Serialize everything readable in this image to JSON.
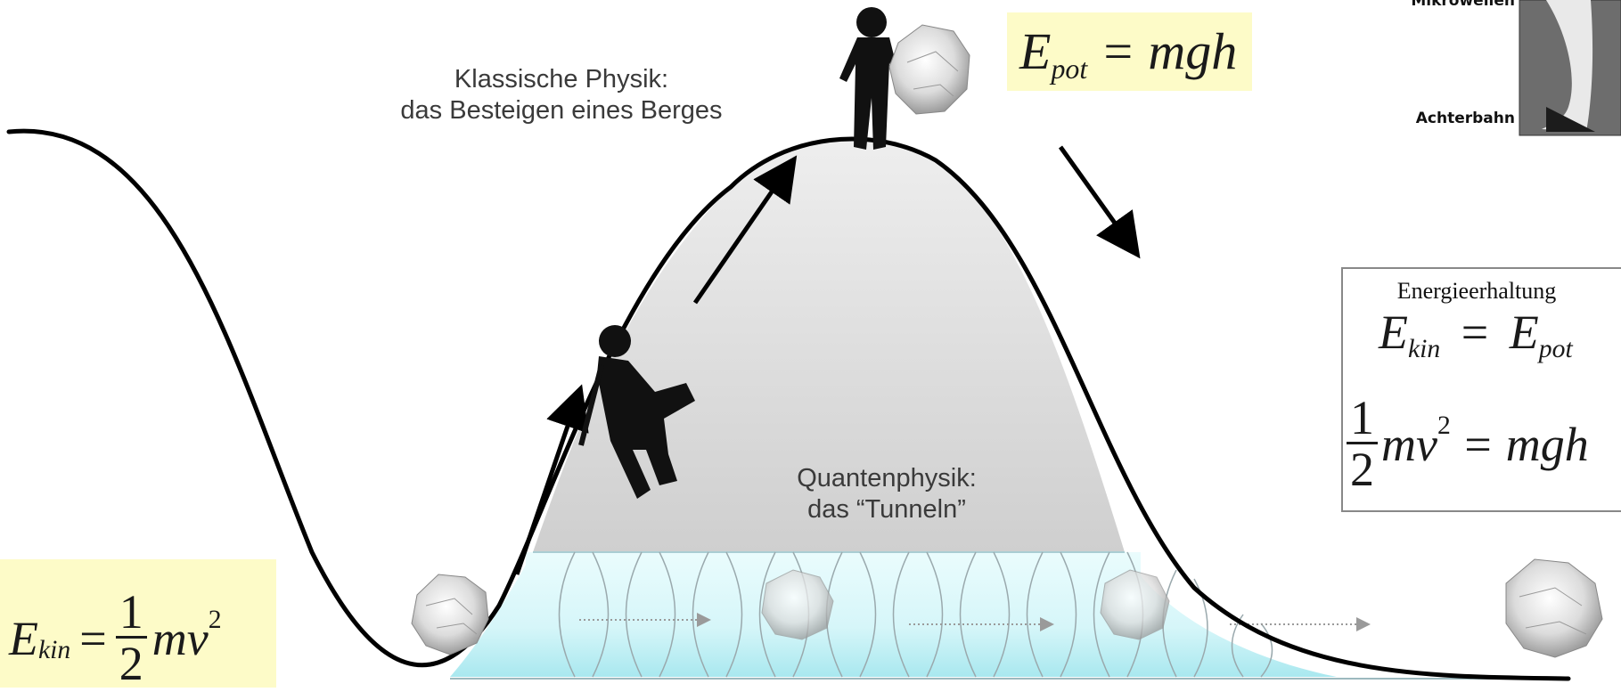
{
  "classic_label": {
    "line1": "Klassische Physik:",
    "line2": "das Besteigen eines Berges"
  },
  "quantum_label": {
    "line1": "Quantenphysik:",
    "line2": "das “Tunneln”"
  },
  "formula_pot": {
    "lhs": "E",
    "lhs_sub": "pot",
    "rhs": "= mgh"
  },
  "formula_kin": {
    "lhs": "E",
    "lhs_sub": "kin",
    "eq": "=",
    "frac_num": "1",
    "frac_den": "2",
    "rhs": "mv",
    "rhs_sup": "2"
  },
  "conservation_box": {
    "title": "Energieerhaltung",
    "eq1_lhs": "E",
    "eq1_lhs_sub": "kin",
    "eq1_eq": "=",
    "eq1_rhs": "E",
    "eq1_rhs_sub": "pot",
    "eq2_frac_num": "1",
    "eq2_frac_den": "2",
    "eq2_mid": "mv",
    "eq2_sup": "2",
    "eq2_rhs": "= mgh"
  },
  "photo_inset": {
    "caption_top": "Mikrowellen",
    "caption_bottom": "Achterbahn"
  },
  "colors": {
    "curve": "#000000",
    "mountain_fill": "#d2d2d2",
    "tunnel_fill": "#c8f1f5",
    "formula_bg": "#fdfbc8",
    "label_text": "#3a3a3a"
  }
}
